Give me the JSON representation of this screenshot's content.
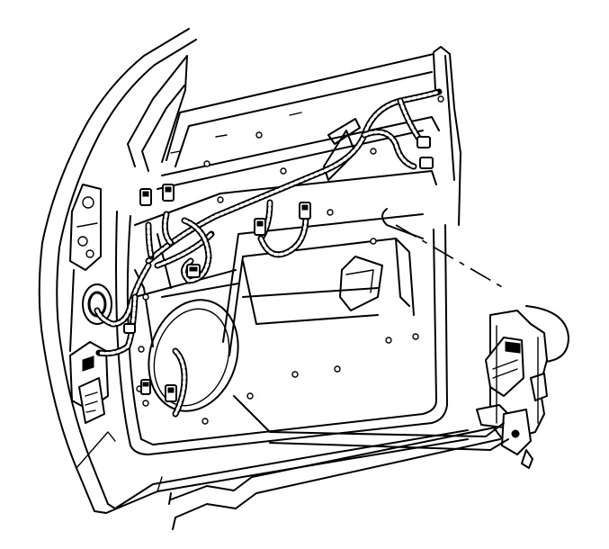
{
  "diagram": {
    "subject": "door-panel-wiring-harness-and-lock-module",
    "ink_color": "#000000",
    "paper_color": "#ffffff",
    "parts": [
      "door-frame",
      "window-frame",
      "inner-door-panel",
      "wiring-harness",
      "electrical-connectors",
      "speaker-opening",
      "hinge-assembly",
      "door-lock-module",
      "lock-rods",
      "detail-callout"
    ]
  }
}
